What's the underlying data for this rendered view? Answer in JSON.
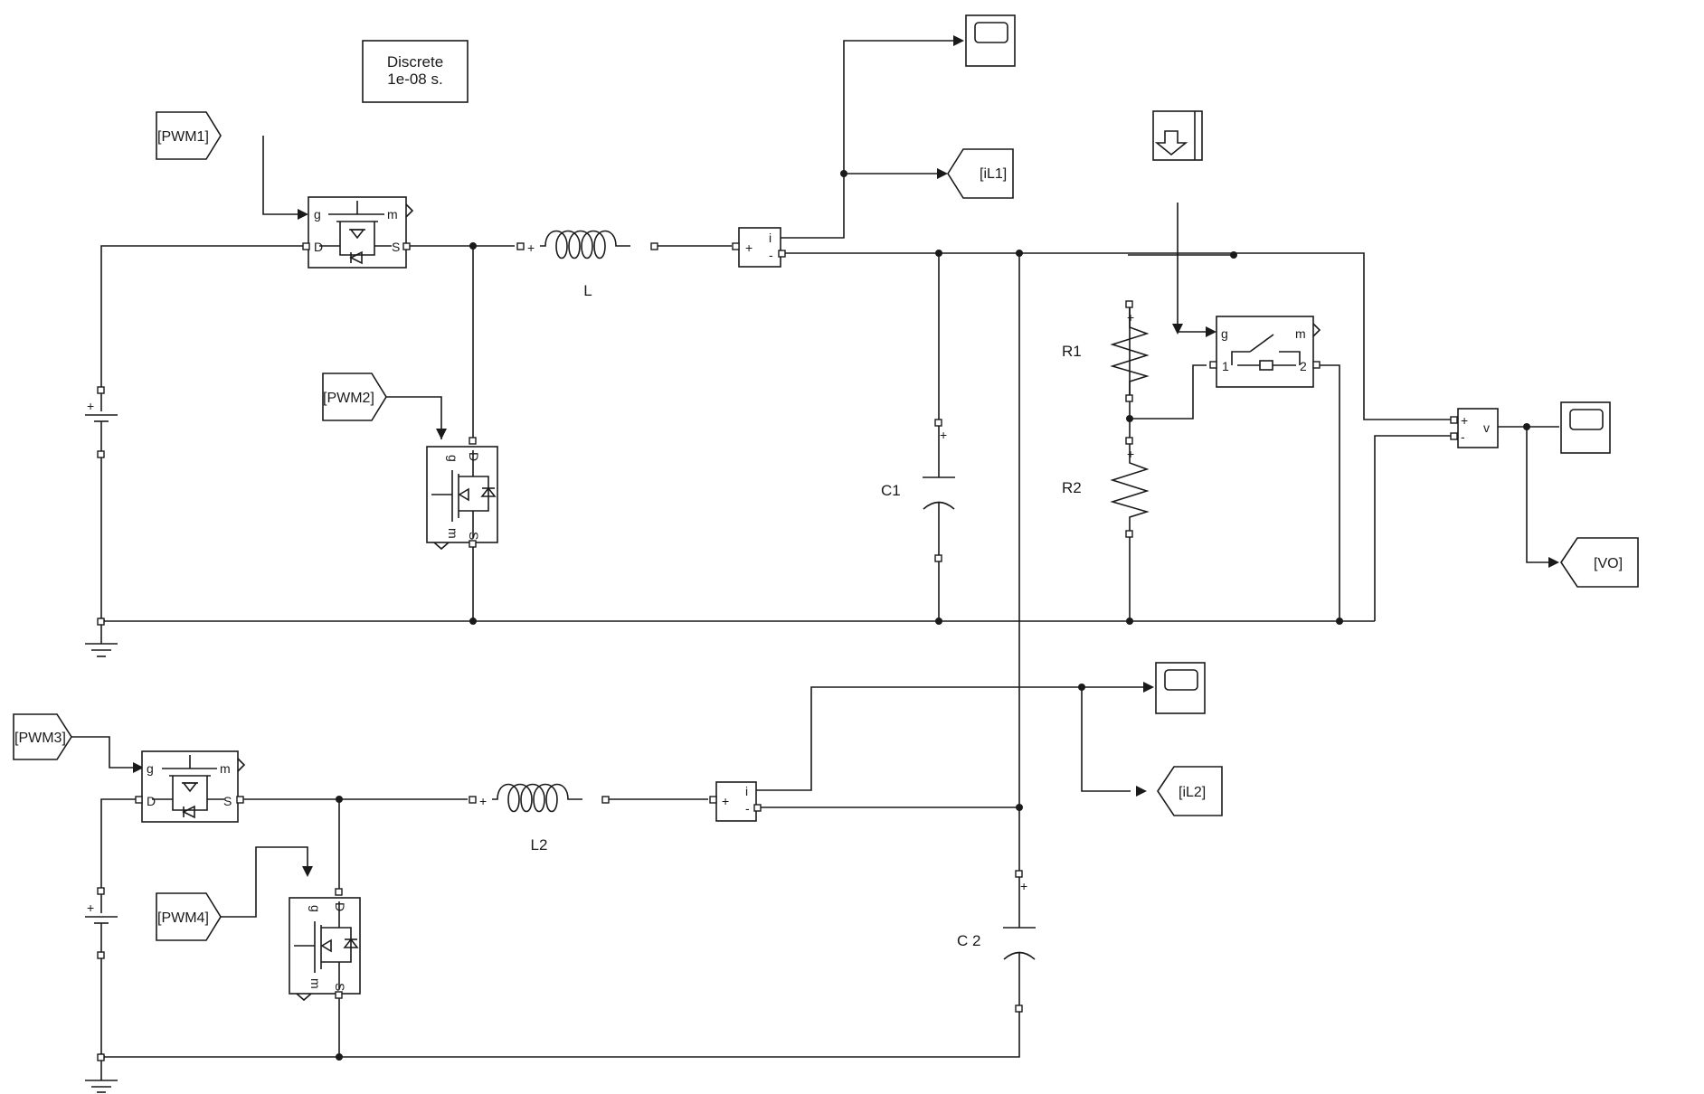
{
  "solver": {
    "line1": "Discrete",
    "line2": "1e-08 s."
  },
  "goto_from": {
    "pwm1": "[PWM1]",
    "pwm2": "[PWM2]",
    "pwm3": "[PWM3]",
    "pwm4": "[PWM4]",
    "il1": "[iL1]",
    "il2": "[iL2]",
    "vo": "[VO]"
  },
  "components": {
    "inductor1": "L",
    "inductor2": "L2",
    "cap1": "C1",
    "cap2": "C 2",
    "res1": "R1",
    "res2": "R2"
  },
  "port_labels": {
    "gate": "g",
    "measure": "m",
    "drain": "D",
    "source": "S",
    "current": "i",
    "voltage": "v",
    "plus": "+",
    "minus": "-",
    "sw1": "1",
    "sw2": "2"
  },
  "colors": {
    "ink": "#1a1a1a",
    "background": "#ffffff"
  }
}
